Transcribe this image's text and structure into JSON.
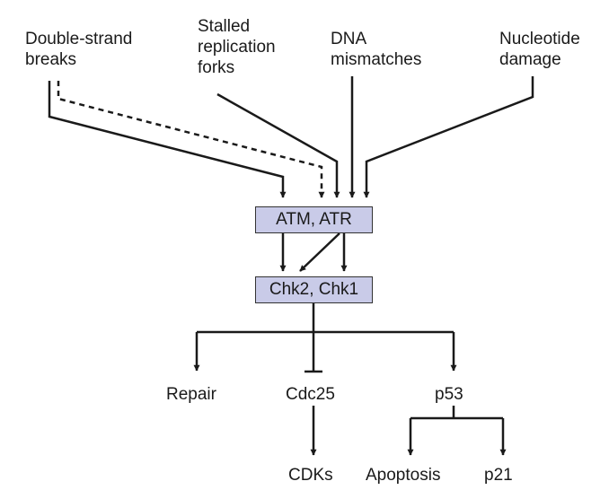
{
  "inputs": {
    "double_strand": "Double-strand\nbreaks",
    "stalled": "Stalled\nreplication\nforks",
    "mismatch": "DNA\nmismatches",
    "nucleotide": "Nucleotide\ndamage"
  },
  "nodes": {
    "atm_atr": "ATM, ATR",
    "chk": "Chk2, Chk1",
    "repair": "Repair",
    "cdc25": "Cdc25",
    "p53": "p53",
    "cdks": "CDKs",
    "apoptosis": "Apoptosis",
    "p21": "p21"
  },
  "colors": {
    "box_fill": "#c9cbe8",
    "line": "#1a1a1a"
  }
}
